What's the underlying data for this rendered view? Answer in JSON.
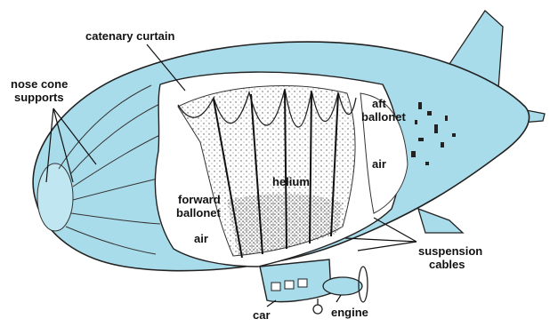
{
  "colors": {
    "envelope": "#a9dcea",
    "envelope_dark": "#7fc2d6",
    "interior": "#ffffff",
    "outline": "#222222",
    "stipple": "#555555"
  },
  "labels": {
    "catenary_curtain": "catenary curtain",
    "nose_cone_supports_line1": "nose cone",
    "nose_cone_supports_line2": "supports",
    "aft_ballonet_line1": "aft",
    "aft_ballonet_line2": "ballonet",
    "air_aft": "air",
    "helium": "helium",
    "forward_ballonet_line1": "forward",
    "forward_ballonet_line2": "ballonet",
    "air_forward": "air",
    "suspension_cables_line1": "suspension",
    "suspension_cables_line2": "cables",
    "car": "car",
    "engine": "engine"
  }
}
